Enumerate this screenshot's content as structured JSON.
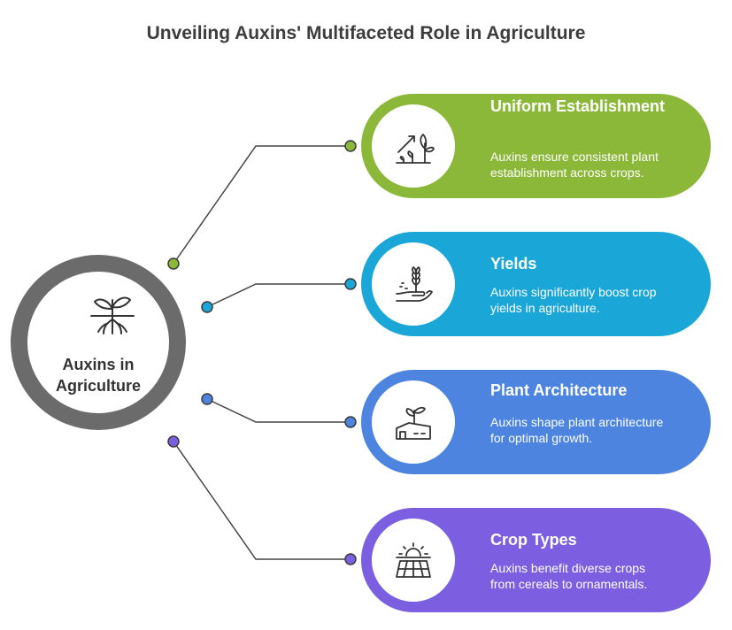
{
  "title": "Unveiling Auxins' Multifaceted Role in Agriculture",
  "hub": {
    "label": "Auxins in Agriculture",
    "icon": "sprout-roots-icon",
    "ring_color": "#6b6b6b"
  },
  "items": [
    {
      "title": "Uniform Establishment",
      "description": "Auxins ensure consistent plant establishment across crops.",
      "color": "#8cb83a",
      "icon": "growth-chart-icon"
    },
    {
      "title": "Yields",
      "description": "Auxins significantly boost crop yields in agriculture.",
      "color": "#1aa7d8",
      "icon": "wheat-hand-icon"
    },
    {
      "title": "Plant Architecture",
      "description": "Auxins shape plant architecture for optimal growth.",
      "color": "#4c84e0",
      "icon": "plant-building-icon"
    },
    {
      "title": "Crop Types",
      "description": "Auxins benefit diverse crops from cereals to ornamentals.",
      "color": "#7b5fe0",
      "icon": "sun-field-icon"
    }
  ]
}
